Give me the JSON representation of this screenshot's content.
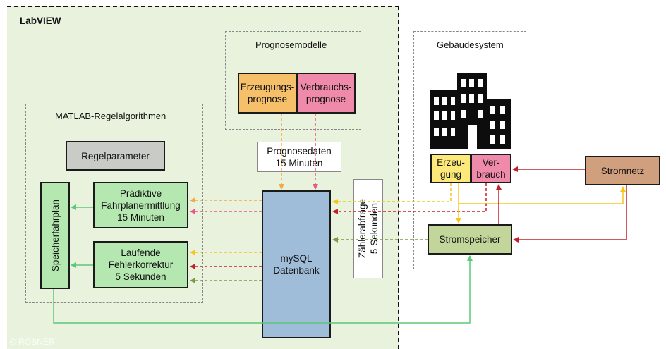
{
  "labview": {
    "title": "LabVIEW"
  },
  "prognosemodelle": {
    "title": "Prognosemodelle",
    "erzeugung": "Erzeugungs-\nprognose",
    "verbrauch": "Verbrauchs-\nprognose"
  },
  "matlab": {
    "title": "MATLAB-Regelalgorithmen",
    "regelparameter": "Regelparameter",
    "speicherfahrplan": "Speicherfahrplan",
    "praediktive": "Prädiktive\nFahrplanermittlung\n15 Minuten",
    "laufende": "Laufende\nFehlerkorrektur\n5 Sekunden"
  },
  "prognosedaten": "Prognosedaten\n15 Minuten",
  "datenbank": "mySQL\nDatenbank",
  "zaehlerabfrage": "Zählerabfrage\n5 Sekunden",
  "gebaeude": {
    "title": "Gebäudesystem",
    "building_icon": "building-icon",
    "erzeugung": "Erzeu-\ngung",
    "verbrauch": "Ver-\nbrauch",
    "stromspeicher": "Stromspeicher"
  },
  "stromnetz": "Stromnetz",
  "copyright": "© ROSNER",
  "colors": {
    "orange": "#f4a84a",
    "yellow": "#f5c518",
    "pink": "#e8568b",
    "red": "#c0202a",
    "olive": "#7a9a45",
    "green": "#5cc87a"
  }
}
